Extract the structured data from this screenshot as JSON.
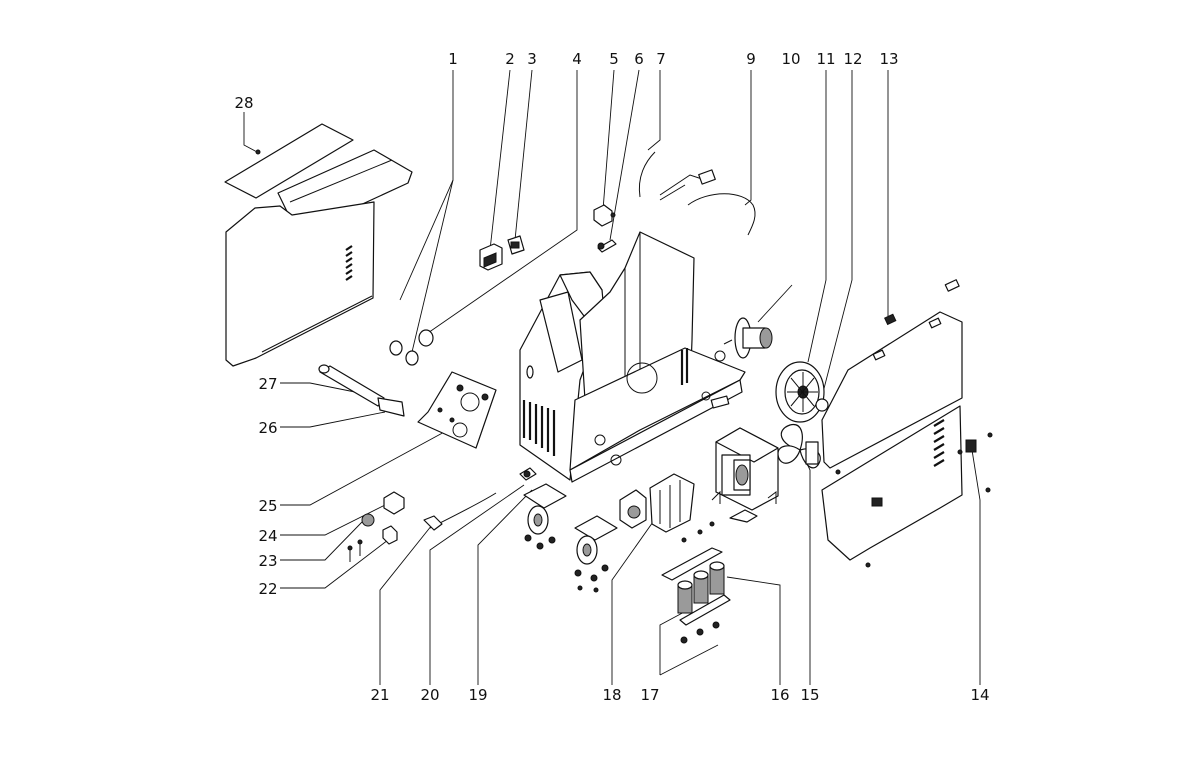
{
  "callouts": [
    {
      "id": "1",
      "label": "1"
    },
    {
      "id": "2",
      "label": "2"
    },
    {
      "id": "3",
      "label": "3"
    },
    {
      "id": "4",
      "label": "4"
    },
    {
      "id": "5",
      "label": "5"
    },
    {
      "id": "6",
      "label": "6"
    },
    {
      "id": "7",
      "label": "7"
    },
    {
      "id": "9",
      "label": "9"
    },
    {
      "id": "10",
      "label": "10"
    },
    {
      "id": "11",
      "label": "11"
    },
    {
      "id": "12",
      "label": "12"
    },
    {
      "id": "13",
      "label": "13"
    },
    {
      "id": "14",
      "label": "14"
    },
    {
      "id": "15",
      "label": "15"
    },
    {
      "id": "16",
      "label": "16"
    },
    {
      "id": "17",
      "label": "17"
    },
    {
      "id": "18",
      "label": "18"
    },
    {
      "id": "19",
      "label": "19"
    },
    {
      "id": "20",
      "label": "20"
    },
    {
      "id": "21",
      "label": "21"
    },
    {
      "id": "22",
      "label": "22"
    },
    {
      "id": "23",
      "label": "23"
    },
    {
      "id": "24",
      "label": "24"
    },
    {
      "id": "25",
      "label": "25"
    },
    {
      "id": "26",
      "label": "26"
    },
    {
      "id": "27",
      "label": "27"
    },
    {
      "id": "28",
      "label": "28"
    }
  ]
}
